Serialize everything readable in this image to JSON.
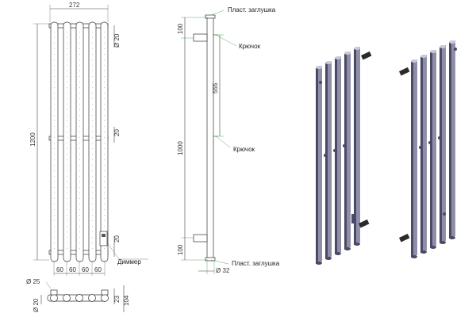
{
  "front_view": {
    "width": "272",
    "height": "1200",
    "tube_diameter": "Ø 20",
    "center_pitch": "20",
    "bottom_offset": "20",
    "spacings": [
      "60",
      "60",
      "60",
      "60"
    ],
    "dimmer_label": "Диммер"
  },
  "side_view": {
    "top_offset": "100",
    "hook_spacing": "555",
    "middle_height": "1000",
    "bottom_offset": "100",
    "depth": "Ø 32",
    "cap_top_label": "Пласт. заглушка",
    "hook_top_label": "Крючок",
    "hook_middle_label": "Крючок",
    "cap_bottom_label": "Пласт. заглушка"
  },
  "top_view": {
    "collector_diameter": "Ø 25",
    "tube_diameter": "Ø 20",
    "depth_a": "23",
    "depth_b": "104"
  },
  "colors": {
    "leader_label": "#2e9a3a",
    "steel": "#8e8ea8",
    "steel_dark": "#4a4a66",
    "fitting": "#2b2b2b"
  }
}
